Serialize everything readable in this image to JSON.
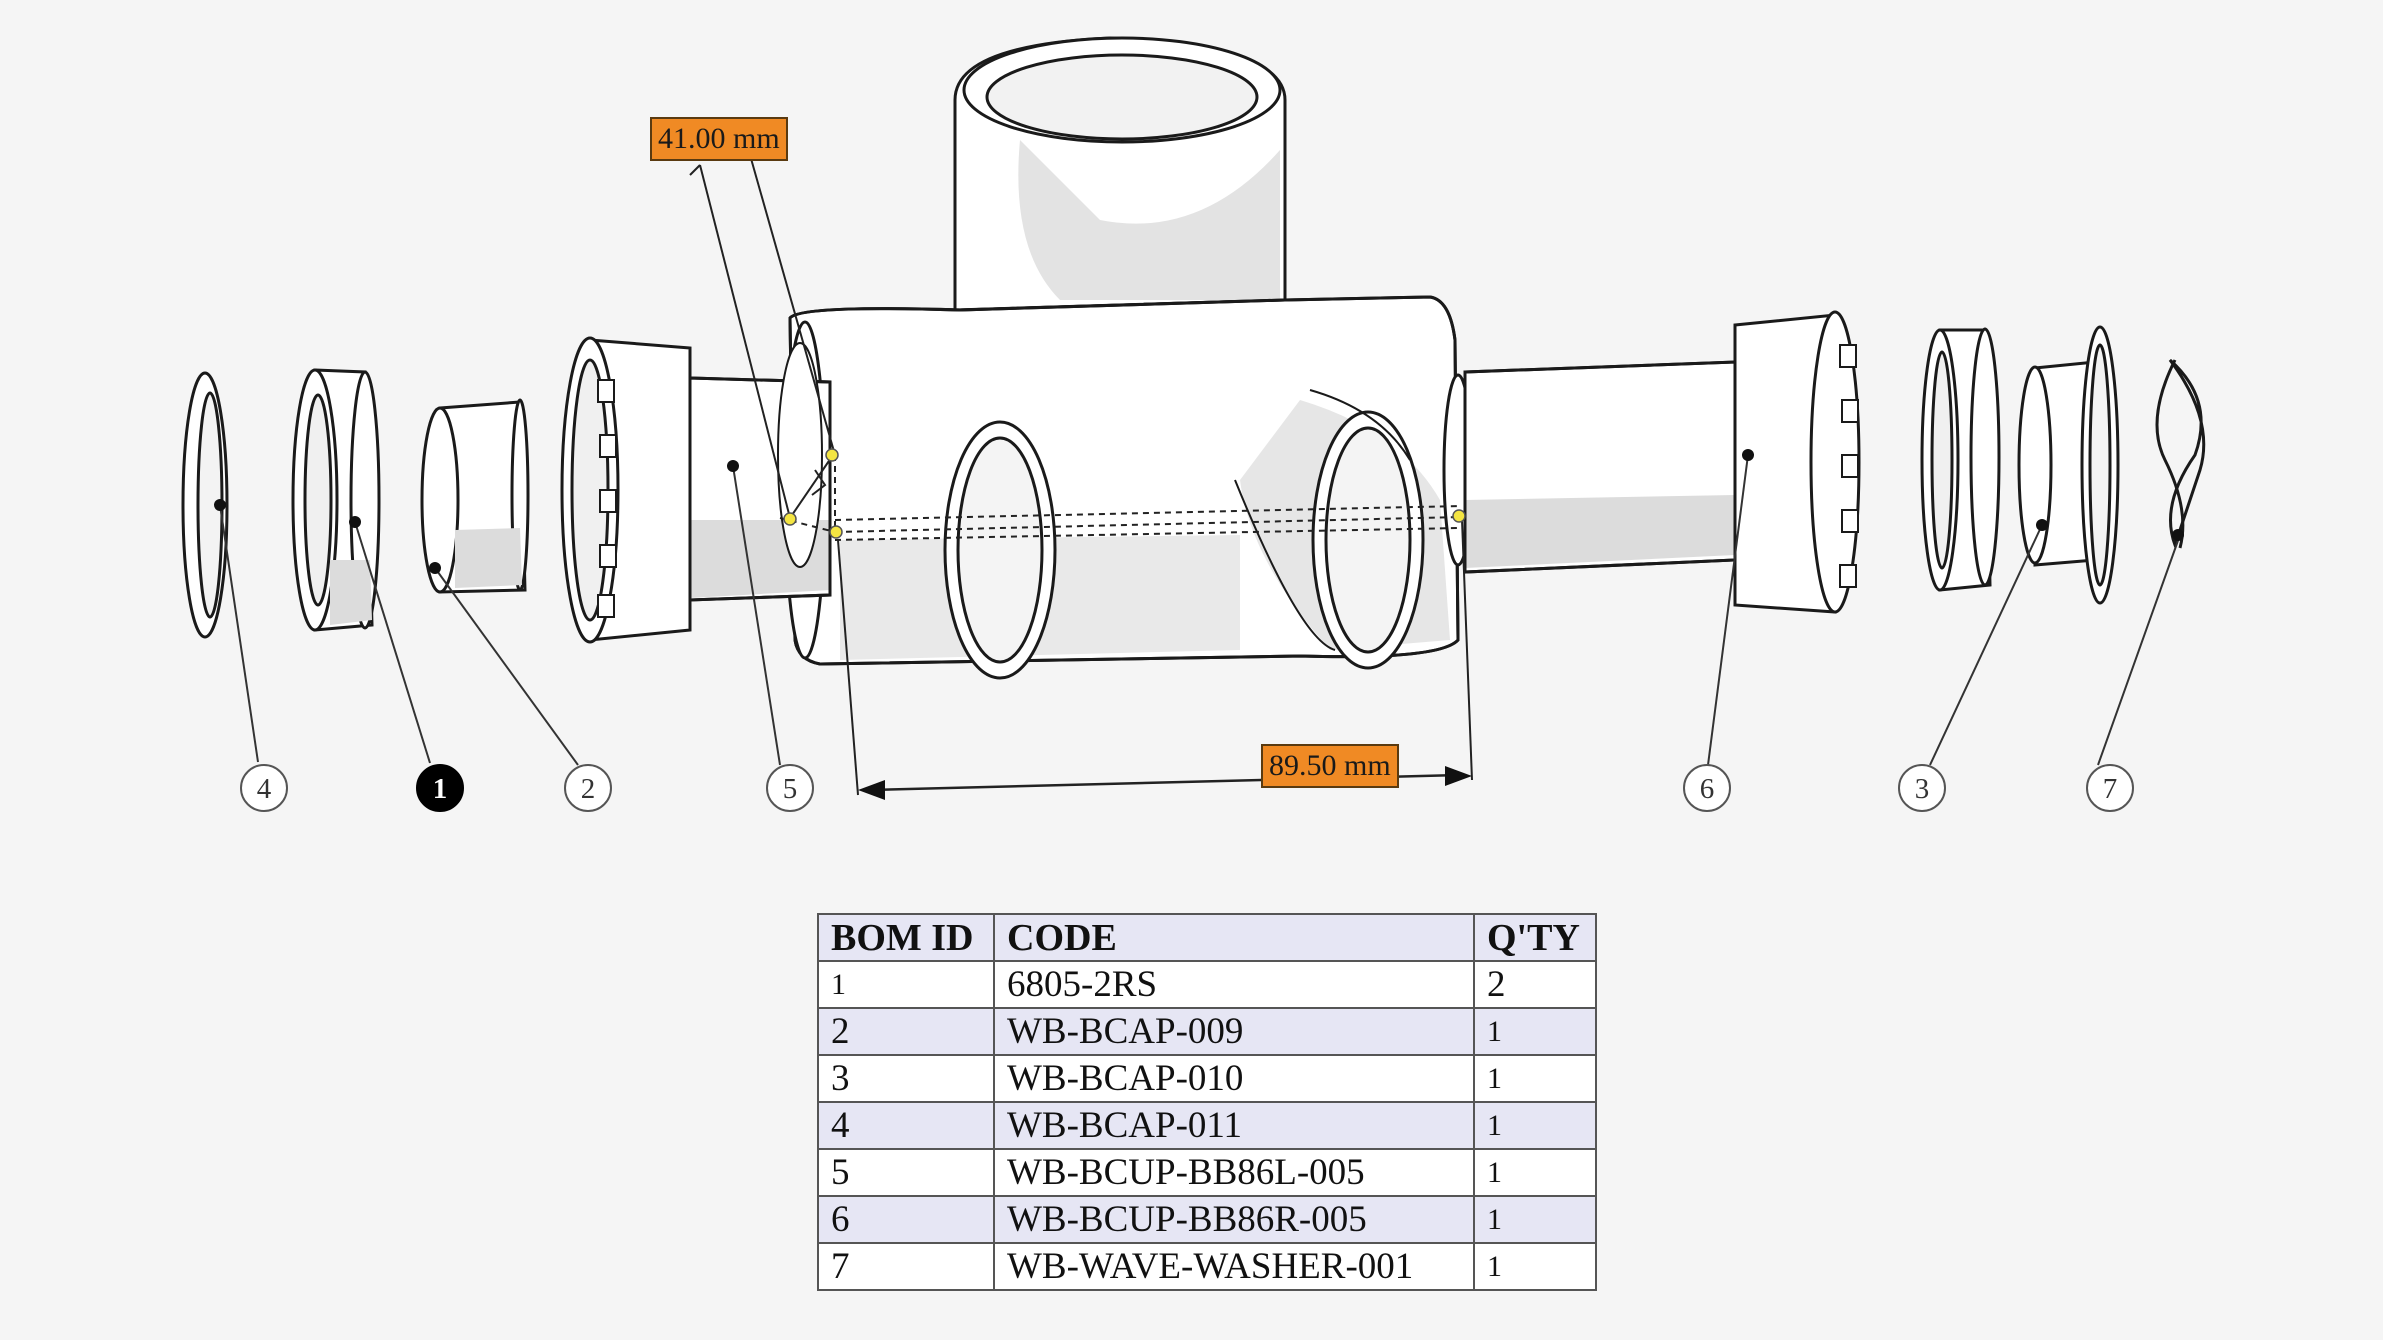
{
  "dimensions": {
    "diameter": "41.00 mm",
    "length": "89.50 mm"
  },
  "balloons": [
    {
      "id": "b4",
      "label": "4",
      "selected": false
    },
    {
      "id": "b1",
      "label": "1",
      "selected": true
    },
    {
      "id": "b2",
      "label": "2",
      "selected": false
    },
    {
      "id": "b5",
      "label": "5",
      "selected": false
    },
    {
      "id": "b6",
      "label": "6",
      "selected": false
    },
    {
      "id": "b3",
      "label": "3",
      "selected": false
    },
    {
      "id": "b7",
      "label": "7",
      "selected": false
    }
  ],
  "bom": {
    "headers": [
      "BOM ID",
      "CODE",
      "Q'TY"
    ],
    "rows": [
      {
        "id": "1",
        "code": "6805-2RS",
        "qty": "2"
      },
      {
        "id": "2",
        "code": "WB-BCAP-009",
        "qty": "1"
      },
      {
        "id": "3",
        "code": "WB-BCAP-010",
        "qty": "1"
      },
      {
        "id": "4",
        "code": "WB-BCAP-011",
        "qty": "1"
      },
      {
        "id": "5",
        "code": "WB-BCUP-BB86L-005",
        "qty": "1"
      },
      {
        "id": "6",
        "code": "WB-BCUP-BB86R-005",
        "qty": "1"
      },
      {
        "id": "7",
        "code": "WB-WAVE-WASHER-001",
        "qty": "1"
      }
    ]
  },
  "colors": {
    "background": "#f5f5f5",
    "dimension_label": "#f08a24",
    "table_header": "#e6e6f4",
    "measure_point": "#f4e542",
    "selected_balloon": "#000000"
  }
}
